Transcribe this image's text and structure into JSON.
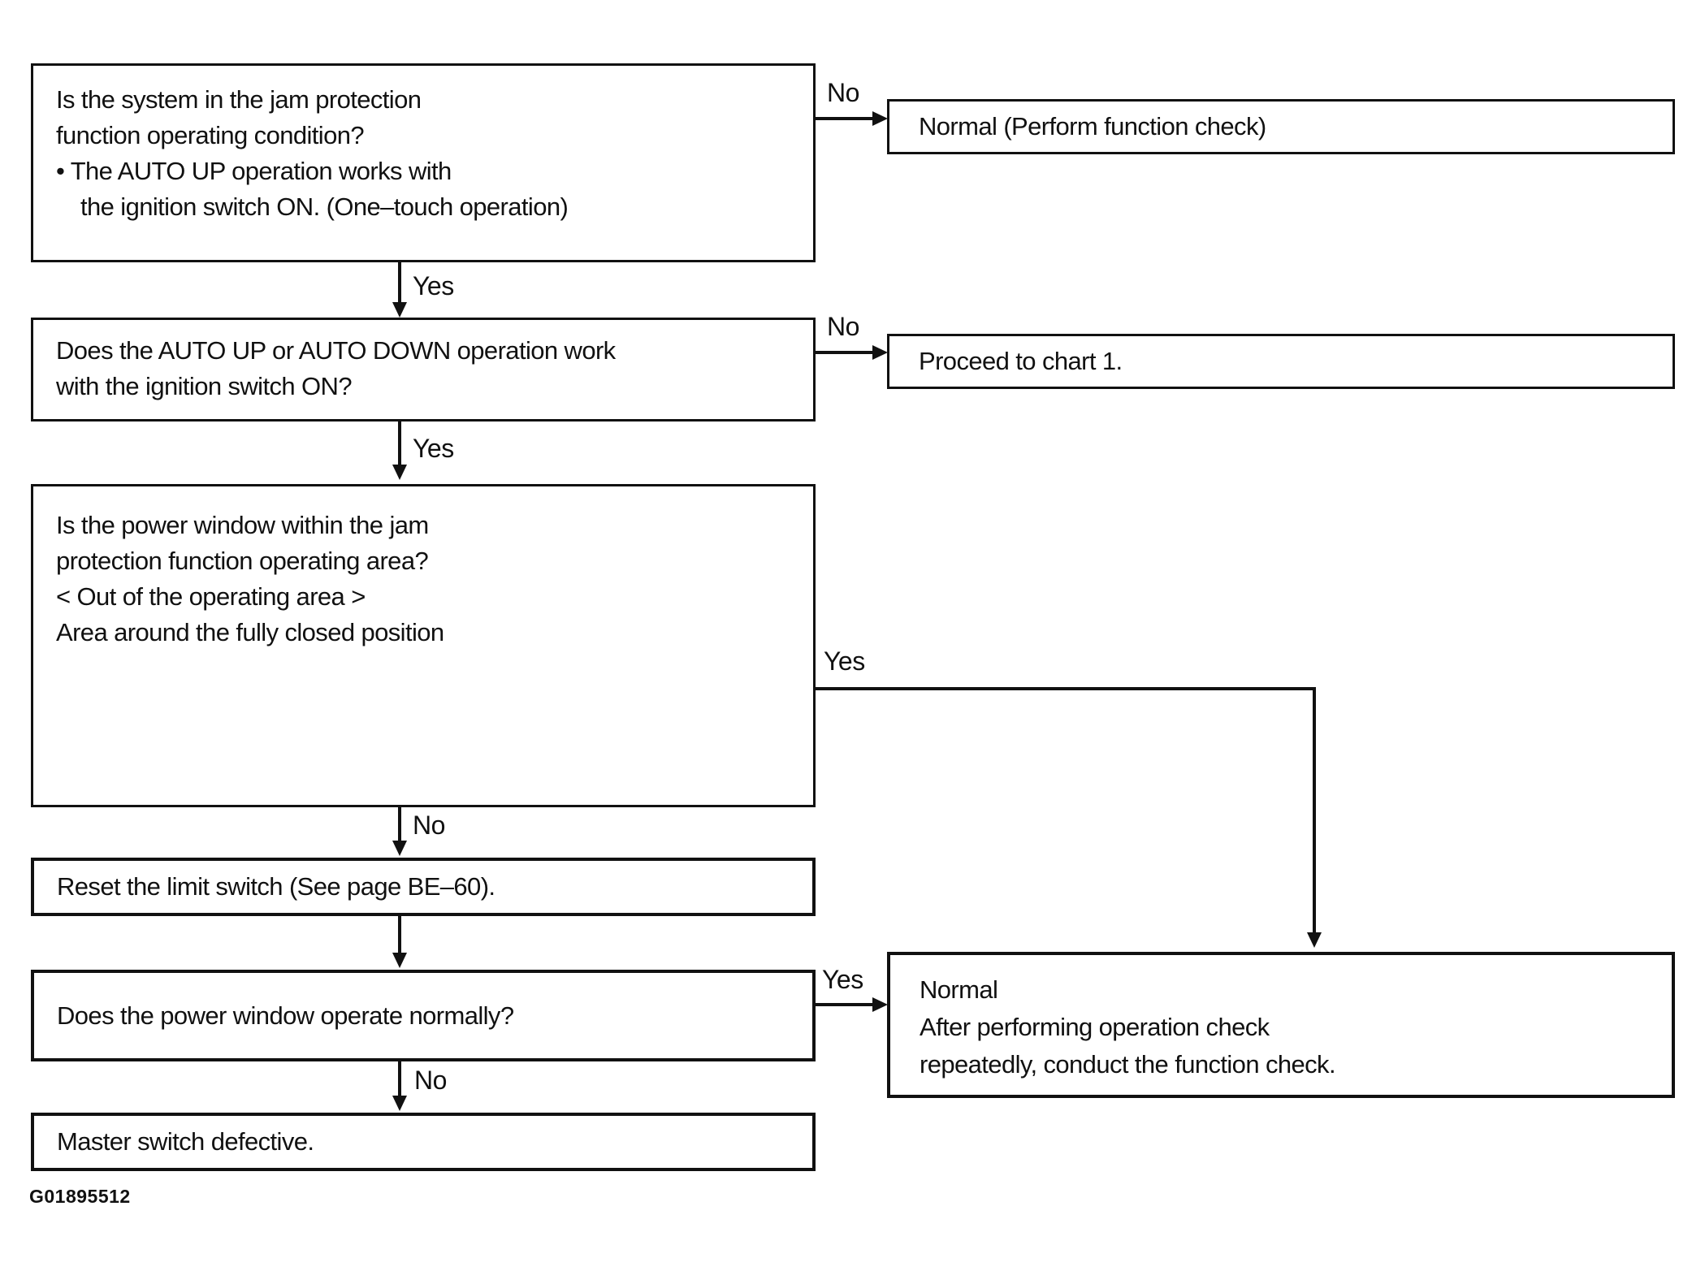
{
  "diagram": {
    "figure_id": "G01895512",
    "colors": {
      "ink": "#111111",
      "paper": "#ffffff"
    },
    "nodes": {
      "q1": {
        "lines": [
          "Is the system in the jam protection",
          "function operating condition?",
          "• The AUTO UP operation works with",
          "the ignition switch ON. (One–touch operation)"
        ]
      },
      "a1": {
        "text": "Normal (Perform function check)"
      },
      "q2": {
        "lines": [
          "Does the AUTO UP or AUTO DOWN operation work",
          "with the ignition switch ON?"
        ]
      },
      "a2": {
        "text": "Proceed to chart 1."
      },
      "q3": {
        "lines": [
          "Is the power window within the jam",
          "protection function operating area?",
          "",
          "< Out of the operating area >",
          "Area around the fully closed position"
        ]
      },
      "p4": {
        "text": "Reset the limit switch (See page BE–60)."
      },
      "q5": {
        "text": "Does the power window operate normally?"
      },
      "a5": {
        "lines": [
          "Normal",
          "After performing operation check",
          "repeatedly, conduct the function check."
        ]
      },
      "r6": {
        "text": "Master switch defective."
      }
    },
    "edges": {
      "q1_no": "No",
      "q1_yes": "Yes",
      "q2_no": "No",
      "q2_yes": "Yes",
      "q3_yes": "Yes",
      "q3_no": "No",
      "q5_yes": "Yes",
      "q5_no": "No"
    }
  }
}
